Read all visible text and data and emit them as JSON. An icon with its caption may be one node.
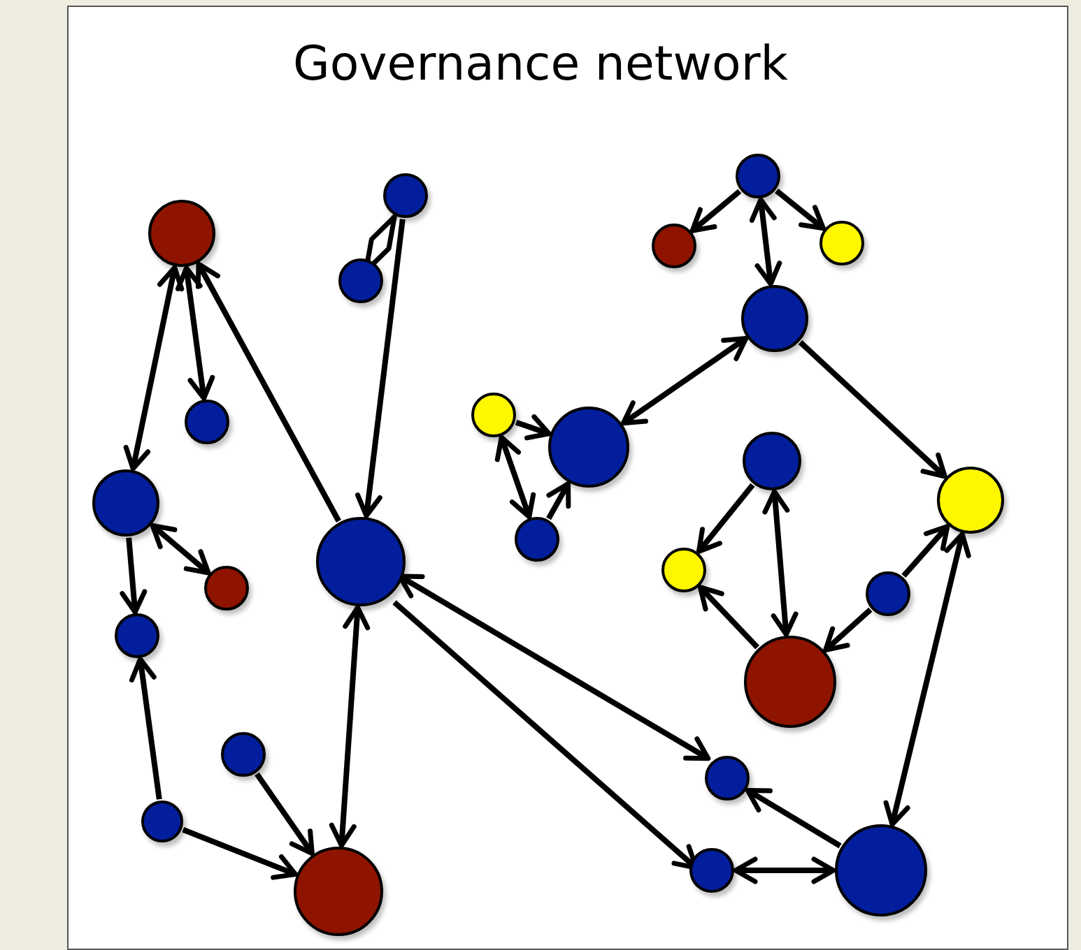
{
  "diagram": {
    "title": "Governance network",
    "nodes": [
      {
        "text": [],
        "shape": "circle"
      },
      {
        "text": [],
        "shape": "circle"
      },
      {
        "text": [],
        "shape": "circle"
      },
      {
        "text": [],
        "shape": "circle"
      },
      {
        "text": [],
        "shape": "circle"
      },
      {
        "text": [],
        "shape": "circle"
      },
      {
        "text": [],
        "shape": "circle"
      },
      {
        "text": [],
        "shape": "circle"
      },
      {
        "text": [],
        "shape": "circle"
      },
      {
        "text": [],
        "shape": "circle"
      },
      {
        "text": [],
        "shape": "circle"
      },
      {
        "text": [],
        "shape": "circle"
      },
      {
        "text": [],
        "shape": "circle"
      },
      {
        "text": [],
        "shape": "circle"
      },
      {
        "text": [],
        "shape": "circle"
      },
      {
        "text": [],
        "shape": "circle"
      },
      {
        "text": [],
        "shape": "circle"
      },
      {
        "text": [],
        "shape": "circle"
      },
      {
        "text": [],
        "shape": "circle"
      },
      {
        "text": [],
        "shape": "circle"
      },
      {
        "text": [],
        "shape": "circle"
      },
      {
        "text": [],
        "shape": "circle"
      },
      {
        "text": [],
        "shape": "circle"
      },
      {
        "text": [],
        "shape": "circle"
      },
      {
        "text": [],
        "shape": "circle"
      },
      {
        "text": [],
        "shape": "circle"
      }
    ],
    "edges": [
      {
        "from": 0,
        "to": 3,
        "arrow": "to"
      },
      {
        "from": 0,
        "to": 4,
        "arrow": "to"
      },
      {
        "from": 0,
        "to": 6,
        "arrow": "both"
      },
      {
        "from": 1,
        "to": 13,
        "arrow": "to"
      },
      {
        "from": 5,
        "to": 1,
        "arrow": "other"
      },
      {
        "from": 13,
        "to": 2,
        "arrow": "to"
      },
      {
        "from": 2,
        "to": 11,
        "arrow": "both"
      },
      {
        "from": 2,
        "to": 7,
        "arrow": "both"
      },
      {
        "from": 6,
        "to": 9,
        "arrow": "both"
      },
      {
        "from": 6,
        "to": 12,
        "arrow": "to"
      },
      {
        "from": 8,
        "to": 9,
        "arrow": "to"
      },
      {
        "from": 8,
        "to": 14,
        "arrow": "both"
      },
      {
        "from": 14,
        "to": 9,
        "arrow": "to"
      },
      {
        "from": 10,
        "to": 15,
        "arrow": "to"
      },
      {
        "from": 10,
        "to": 19,
        "arrow": "both"
      },
      {
        "from": 19,
        "to": 15,
        "arrow": "to"
      },
      {
        "from": 17,
        "to": 19,
        "arrow": "to"
      },
      {
        "from": 17,
        "to": 12,
        "arrow": "to"
      },
      {
        "from": 12,
        "to": 24,
        "arrow": "both"
      },
      {
        "from": 11,
        "to": 18,
        "arrow": "to"
      },
      {
        "from": 11,
        "to": 16,
        "arrow": "both"
      },
      {
        "from": 22,
        "to": 18,
        "arrow": "to"
      },
      {
        "from": 22,
        "to": 25,
        "arrow": "to"
      },
      {
        "from": 20,
        "to": 25,
        "arrow": "to"
      },
      {
        "from": 13,
        "to": 25,
        "arrow": "both"
      },
      {
        "from": 13,
        "to": 21,
        "arrow": "both"
      },
      {
        "from": 13,
        "to": 23,
        "arrow": "to"
      },
      {
        "from": 24,
        "to": 21,
        "arrow": "to"
      },
      {
        "from": 23,
        "to": 24,
        "arrow": "both"
      }
    ]
  }
}
